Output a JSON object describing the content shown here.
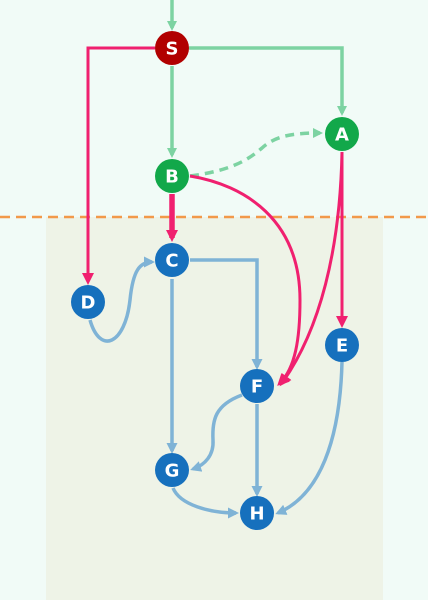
{
  "colors": {
    "page_bg": "#f1fbf7",
    "panel_bg": "#eef3e7",
    "divider": "#f2994a",
    "start_node": "#b10000",
    "green_node": "#12a84a",
    "blue_node": "#1670bd",
    "green_edge": "#7dd3a2",
    "pink_edge": "#f0206f",
    "blue_edge": "#7fb3d6",
    "label": "#ffffff"
  },
  "nodes": [
    {
      "id": "S",
      "label": "S",
      "group": "start"
    },
    {
      "id": "A",
      "label": "A",
      "group": "green"
    },
    {
      "id": "B",
      "label": "B",
      "group": "green"
    },
    {
      "id": "C",
      "label": "C",
      "group": "blue"
    },
    {
      "id": "D",
      "label": "D",
      "group": "blue"
    },
    {
      "id": "E",
      "label": "E",
      "group": "blue"
    },
    {
      "id": "F",
      "label": "F",
      "group": "blue"
    },
    {
      "id": "G",
      "label": "G",
      "group": "blue"
    },
    {
      "id": "H",
      "label": "H",
      "group": "blue"
    }
  ],
  "edges": [
    {
      "from": "entry",
      "to": "S",
      "style": "green"
    },
    {
      "from": "S",
      "to": "A",
      "style": "green"
    },
    {
      "from": "S",
      "to": "B",
      "style": "green"
    },
    {
      "from": "B",
      "to": "A",
      "style": "green-dashed"
    },
    {
      "from": "S",
      "to": "D",
      "style": "pink"
    },
    {
      "from": "B",
      "to": "C",
      "style": "pink-bold"
    },
    {
      "from": "B",
      "to": "F",
      "style": "pink"
    },
    {
      "from": "A",
      "to": "F",
      "style": "pink"
    },
    {
      "from": "A",
      "to": "E",
      "style": "pink"
    },
    {
      "from": "D",
      "to": "C",
      "style": "blue"
    },
    {
      "from": "C",
      "to": "F",
      "style": "blue"
    },
    {
      "from": "C",
      "to": "G",
      "style": "blue"
    },
    {
      "from": "F",
      "to": "G",
      "style": "blue"
    },
    {
      "from": "F",
      "to": "H",
      "style": "blue"
    },
    {
      "from": "G",
      "to": "H",
      "style": "blue"
    },
    {
      "from": "E",
      "to": "H",
      "style": "blue"
    }
  ]
}
